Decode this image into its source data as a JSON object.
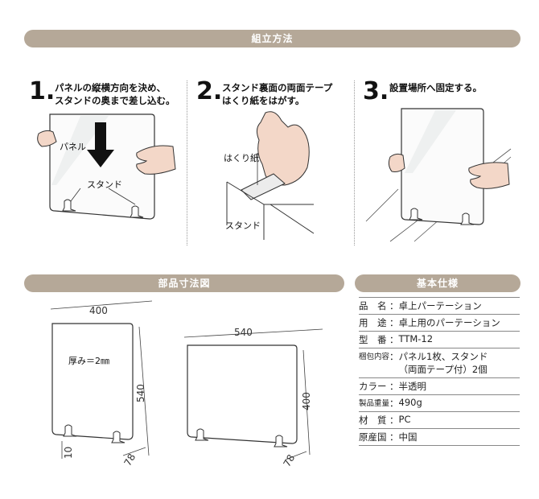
{
  "banners": {
    "assembly": "組立方法",
    "dimensions": "部品寸法図",
    "specs": "基本仕様"
  },
  "steps": [
    {
      "num": "1.",
      "line1": "パネルの縦横方向を決め、",
      "line2": "スタンドの奥まで差し込む。"
    },
    {
      "num": "2.",
      "line1": "スタンド裏面の両面テープ",
      "line2": "はくり紙をはがす。"
    },
    {
      "num": "3.",
      "line1": "設置場所へ固定する。",
      "line2": ""
    }
  ],
  "illustration_labels": {
    "panel": "パネル",
    "stand": "スタンド",
    "release_paper": "はくり紙",
    "stand2": "スタンド"
  },
  "dimension_drawings": {
    "portrait": {
      "width": "400",
      "height": "540",
      "depth": "78",
      "foot": "10",
      "thickness": "厚み＝2㎜"
    },
    "landscape": {
      "width": "540",
      "height": "400",
      "depth": "78"
    }
  },
  "specs": [
    {
      "label": "品　名",
      "value": "卓上パーテーション"
    },
    {
      "label": "用　途",
      "value": "卓上用のパーテーション"
    },
    {
      "label": "型　番",
      "value": "TTM-12"
    },
    {
      "label": "梱包内容",
      "value": "パネル1枚、スタンド",
      "value2": "（両面テープ付）2個"
    },
    {
      "label": "カラー",
      "value": "半透明"
    },
    {
      "label": "製品重量",
      "value": "490g"
    },
    {
      "label": "材　質",
      "value": "PC"
    },
    {
      "label": "原産国",
      "value": "中国"
    }
  ]
}
